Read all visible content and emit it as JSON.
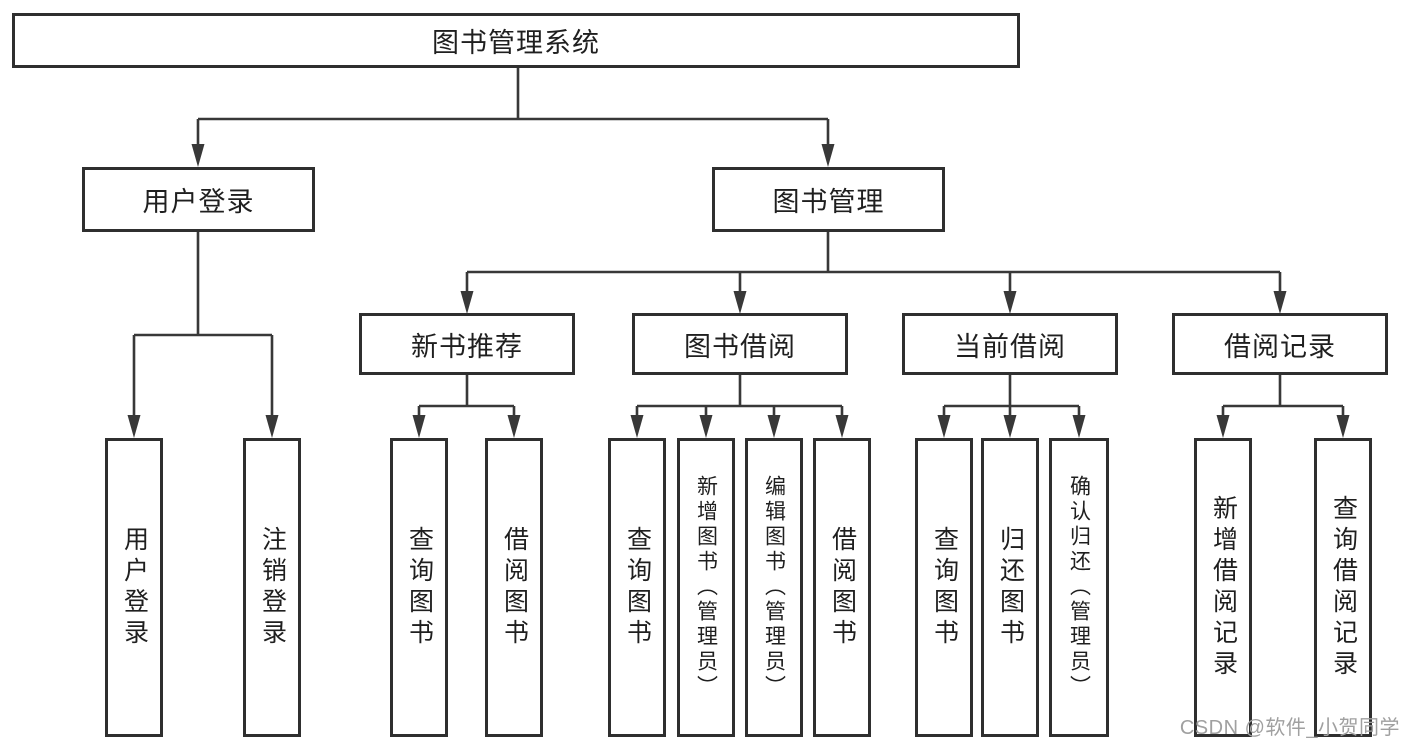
{
  "diagram_title": "图书管理系统",
  "watermark": {
    "text": "CSDN @软件_小贺同学"
  },
  "colors": {
    "background": "#ffffff",
    "box_border": "#2f2f2f",
    "line": "#383838",
    "text": "#1f1f1f",
    "watermark": "#a0a0a0"
  },
  "tree": {
    "label": "图书管理系统",
    "children": [
      {
        "label": "用户登录",
        "children": [
          {
            "label": "用户登录"
          },
          {
            "label": "注销登录"
          }
        ]
      },
      {
        "label": "图书管理",
        "children": [
          {
            "label": "新书推荐",
            "children": [
              {
                "label": "查询图书"
              },
              {
                "label": "借阅图书"
              }
            ]
          },
          {
            "label": "图书借阅",
            "children": [
              {
                "label": "查询图书"
              },
              {
                "label": "新增图书（管理员）"
              },
              {
                "label": "编辑图书（管理员）"
              },
              {
                "label": "借阅图书"
              }
            ]
          },
          {
            "label": "当前借阅",
            "children": [
              {
                "label": "查询图书"
              },
              {
                "label": "归还图书"
              },
              {
                "label": "确认归还（管理员）"
              }
            ]
          },
          {
            "label": "借阅记录",
            "children": [
              {
                "label": "新增借阅记录"
              },
              {
                "label": "查询借阅记录"
              }
            ]
          }
        ]
      }
    ]
  }
}
